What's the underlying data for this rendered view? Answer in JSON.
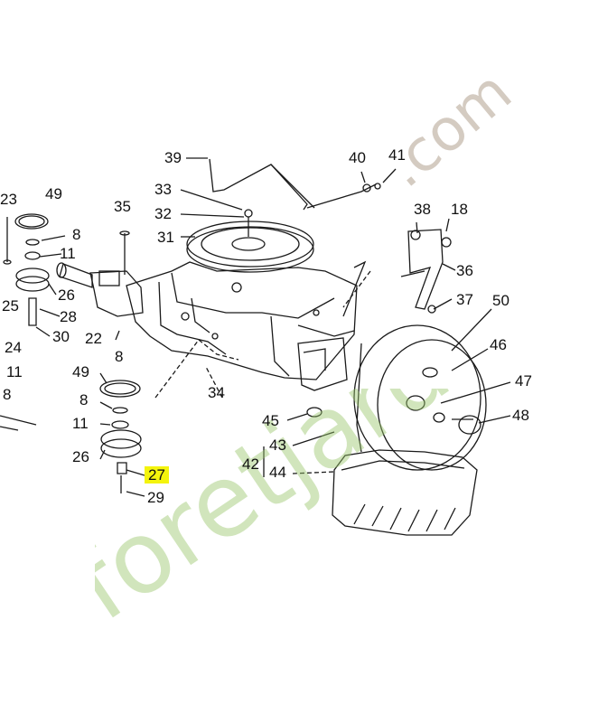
{
  "labels": {
    "l39": "39",
    "l40": "40",
    "l41": "41",
    "l33": "33",
    "l32": "32",
    "l31": "31",
    "l35": "35",
    "l23": "23",
    "l49a": "49",
    "l8a": "8",
    "l11a": "11",
    "l26a": "26",
    "l25": "25",
    "l28": "28",
    "l30": "30",
    "l24": "24",
    "l11b": "11",
    "l8b": "8",
    "l22": "22",
    "l8c": "8",
    "l49b": "49",
    "l8d": "8",
    "l11c": "11",
    "l26b": "26",
    "l27": "27",
    "l29": "29",
    "l34": "34",
    "l38": "38",
    "l18": "18",
    "l36": "36",
    "l37": "37",
    "l50": "50",
    "l46": "46",
    "l47": "47",
    "l48": "48",
    "l45": "45",
    "l42": "42",
    "l43": "43",
    "l44": "44"
  },
  "highlight_color": "#f4f40c",
  "watermark": {
    "text": "foretjardin",
    "suffix": ".com",
    "color_green": "#9ac66a",
    "color_orange": "#f0a050",
    "color_com": "#b8a898"
  }
}
